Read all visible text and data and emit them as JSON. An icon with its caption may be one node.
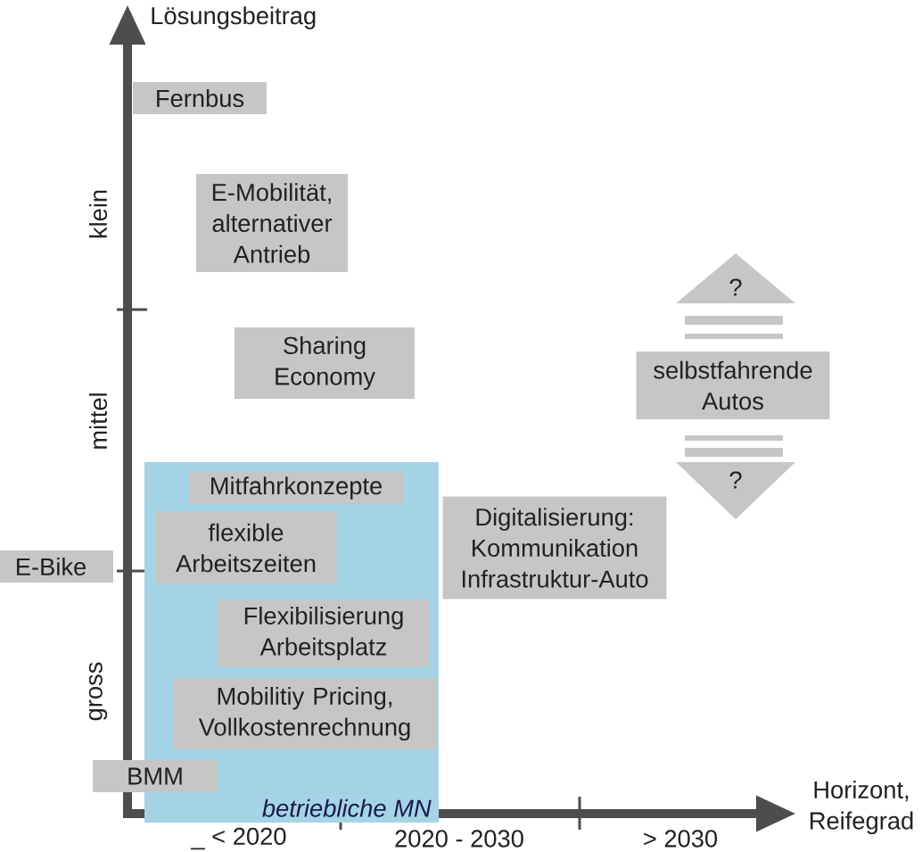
{
  "diagram": {
    "nodes": [
      {
        "text": [
          "Fernbus"
        ]
      },
      {
        "text": [
          "E-Mobilität, alternativer Antrieb"
        ]
      },
      {
        "text": [
          "?"
        ]
      },
      {
        "text": [
          "selbstfahrende Autos"
        ]
      },
      {
        "text": [
          "Sharing Economy"
        ]
      },
      {
        "text": [
          "?"
        ]
      },
      {
        "text": [
          "betriebliche MN"
        ]
      },
      {
        "text": [
          "Mitfahrkonzepte"
        ],
        "in": 6
      },
      {
        "text": [
          "Digitalisierung: Kommunikation Infrastruktur-Auto"
        ]
      },
      {
        "text": [
          "flexible Arbeitszeiten"
        ],
        "in": 6
      },
      {
        "text": [
          "E-Bike"
        ]
      },
      {
        "text": [
          "Flexibilisierung Arbeitsplatz"
        ],
        "in": 6
      },
      {
        "text": [
          "Mobilitiy Pricing, Vollkostenrechnung"
        ],
        "in": 6
      },
      {
        "text": [
          "BMM"
        ]
      }
    ],
    "labels": [
      "Lösungsbeitrag",
      "klein",
      "mittel",
      "gross",
      "Horizont, Reifegrad",
      "_ < 2020",
      "2020 - 2030",
      "> 2030"
    ]
  }
}
